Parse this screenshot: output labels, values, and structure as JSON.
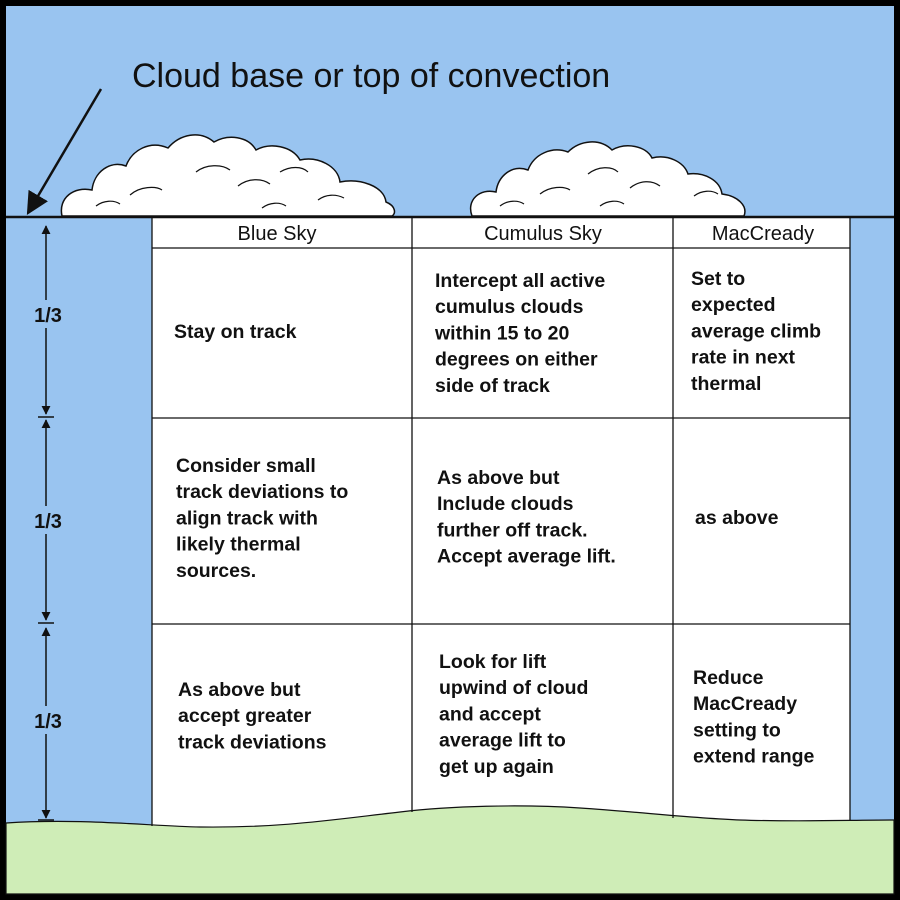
{
  "colors": {
    "sky": "#99c4f0",
    "ground": "#cfedb7",
    "table": "#ffffff",
    "frame": "#000000"
  },
  "title": "Cloud base or top of convection",
  "columns": [
    "Blue Sky",
    "Cumulus Sky",
    "MacCready"
  ],
  "rows": [
    {
      "label": "1/3",
      "cells": [
        [
          "Stay on track"
        ],
        [
          "Intercept all active",
          "cumulus clouds",
          "within 15 to 20",
          "degrees on either",
          "side of track"
        ],
        [
          "Set to",
          "expected",
          "average climb",
          "rate in next",
          "thermal"
        ]
      ]
    },
    {
      "label": "1/3",
      "cells": [
        [
          "Consider small",
          "track deviations to",
          "align track with",
          "likely thermal",
          "sources."
        ],
        [
          "As above but",
          "Include clouds",
          "further off track.",
          "Accept average lift."
        ],
        [
          "as above"
        ]
      ]
    },
    {
      "label": "1/3",
      "cells": [
        [
          "As above but",
          "accept greater",
          "track deviations"
        ],
        [
          "Look for lift",
          "upwind of cloud",
          "and accept",
          "average lift to",
          "get up again"
        ],
        [
          "Reduce",
          "MacCready",
          "setting to",
          "extend range"
        ]
      ]
    }
  ],
  "icons": [
    "cloud-icon",
    "arrow-icon"
  ]
}
